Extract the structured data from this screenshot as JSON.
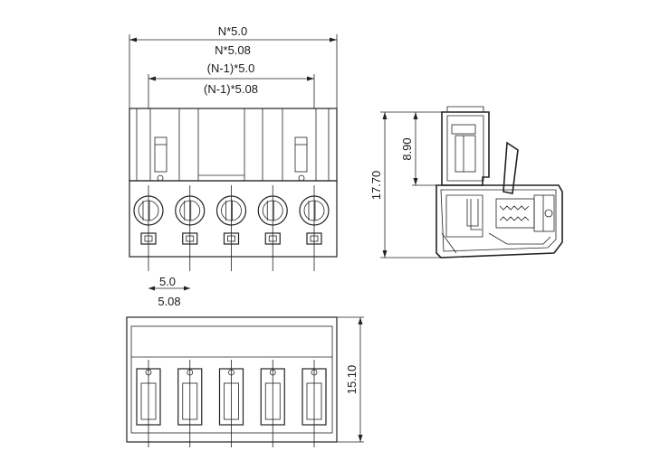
{
  "dimensions": {
    "overall_width_50": "N*5.0",
    "overall_width_508": "N*5.08",
    "pitch_span_50": "(N-1)*5.0",
    "pitch_span_508": "(N-1)*5.08",
    "pitch_50": "5.0",
    "pitch_508": "5.08",
    "side_height_total": "17.70",
    "side_height_upper": "8.90",
    "bottom_height": "15.10"
  },
  "pin_count": 5
}
